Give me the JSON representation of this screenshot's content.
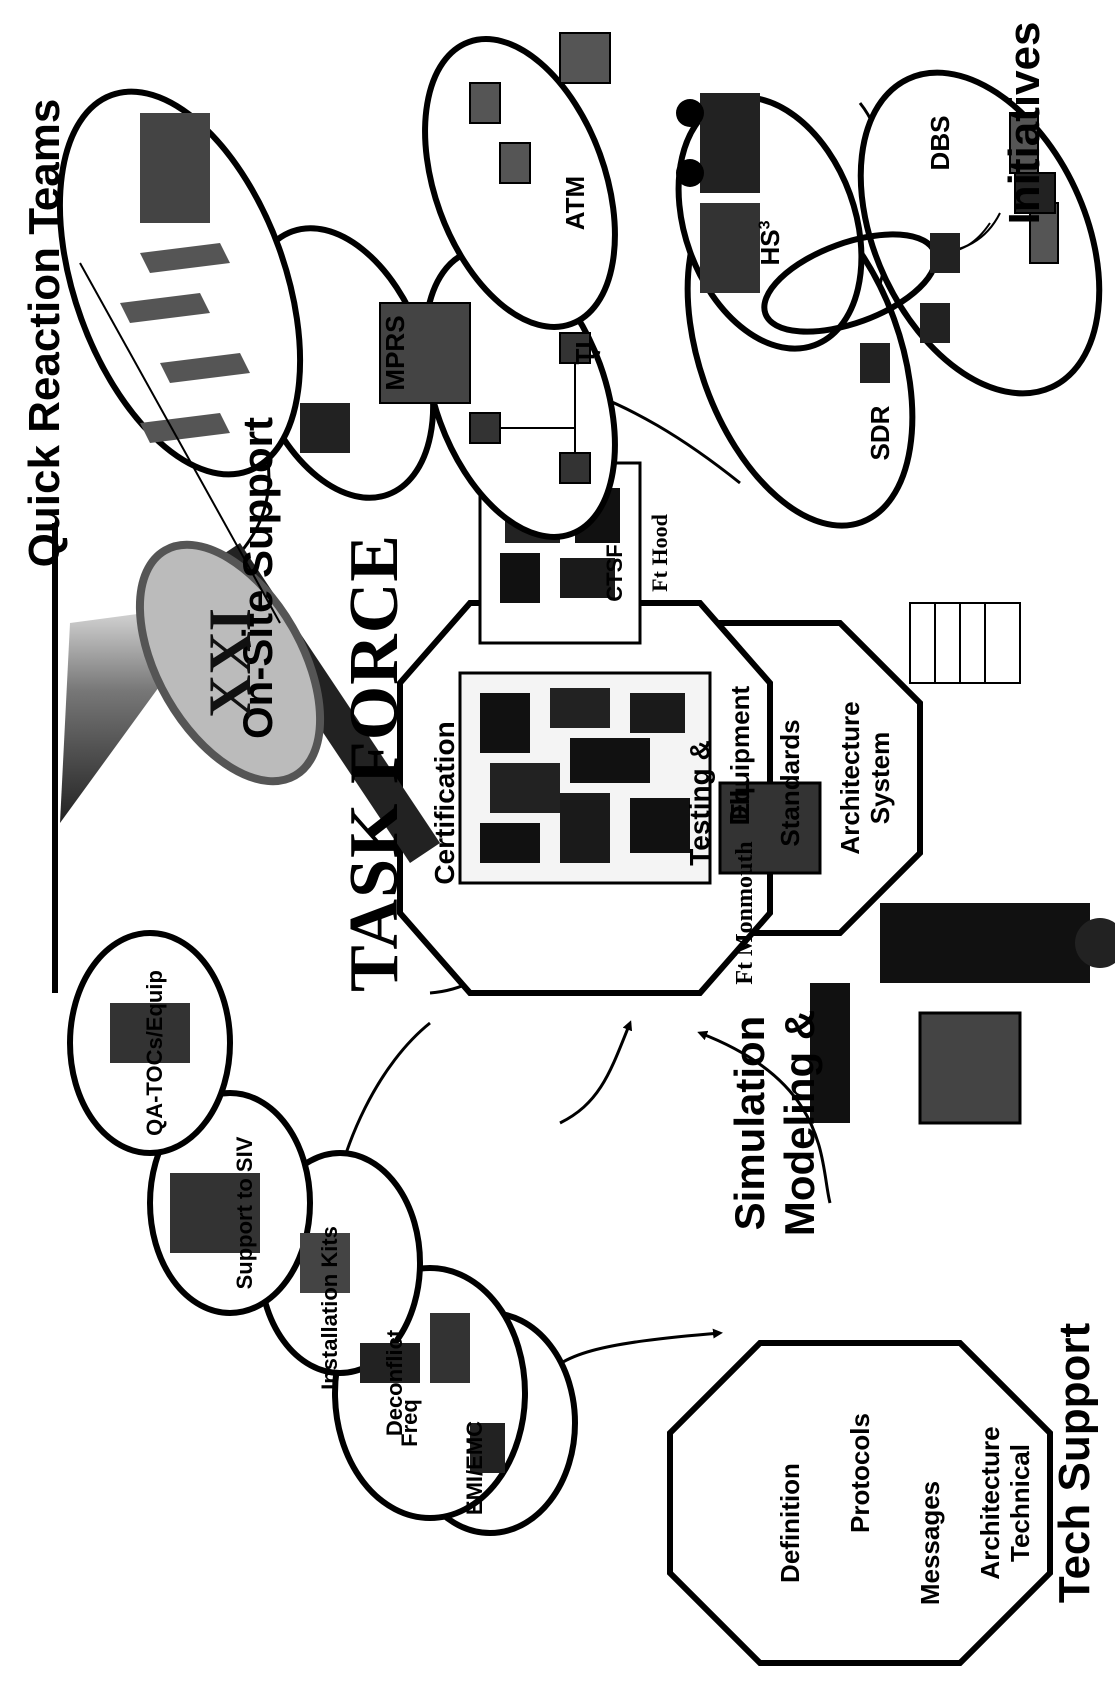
{
  "colors": {
    "ink": "#000000",
    "paper": "#ffffff",
    "gray": "#8a8a8a"
  },
  "headings": {
    "initiatives": "Initiatives",
    "on_site_support": "On-Site Support",
    "quick_reaction_teams": "Quick Reaction Teams",
    "tech_support": "Tech Support",
    "modeling_simulation_line1": "Modeling &",
    "modeling_simulation_line2": "Simulation",
    "task_force": "TASK FORCE",
    "xxi": "XXI"
  },
  "technical_architecture": {
    "title_line1": "Technical",
    "title_line2": "Architecture",
    "items": [
      "Messages",
      "Protocols",
      "Definition"
    ]
  },
  "system_architecture": {
    "title_line1": "System",
    "title_line2": "Architecture",
    "items": [
      "Standards",
      "Equipment"
    ]
  },
  "dil": {
    "location": "Ft Monmouth",
    "lines": [
      "DIL",
      "Testing &",
      "Certification"
    ]
  },
  "ctsf": {
    "location": "Ft Hood",
    "label": "CTSF"
  },
  "initiatives_nodes": {
    "dbs": "DBS",
    "sdr": "SDR",
    "hs3_base": "HS",
    "hs3_sup": "3",
    "ti": "TI",
    "atm": "ATM",
    "mprs": "MPRS"
  },
  "tech_support_items": [
    "EMI/EMC",
    "Freq",
    "Deconflict",
    "Installation Kits",
    "Support to SIV",
    "QA-TOCs/Equip"
  ],
  "icons": [
    "satellite-icon",
    "soldier-at-computer-icon",
    "laptop-icon",
    "vehicle-icon",
    "helicopter-icon",
    "shelter-icon",
    "network-icon",
    "soldiers-icon"
  ]
}
